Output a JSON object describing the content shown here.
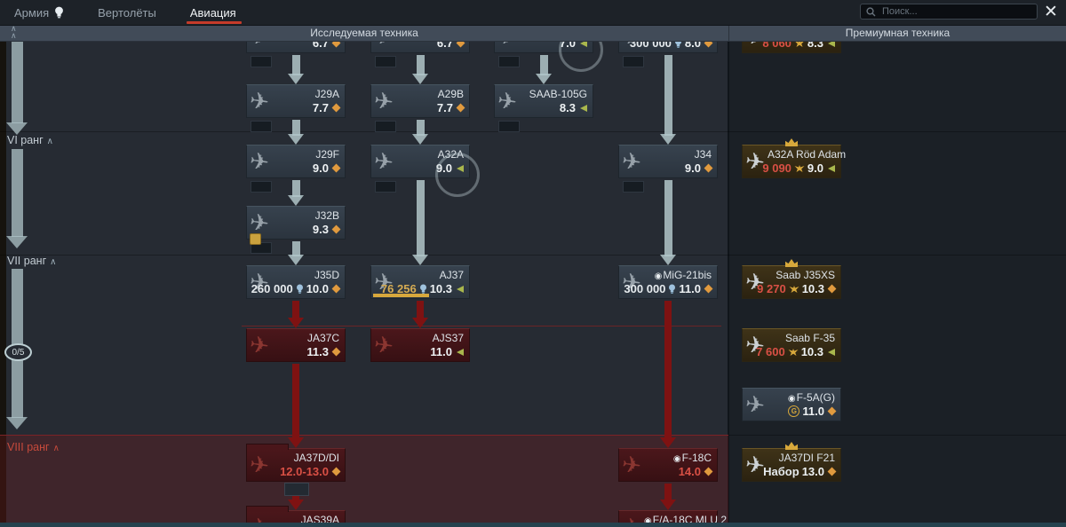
{
  "window": {
    "tabs": [
      {
        "label": "Армия"
      },
      {
        "label": "Вертолёты"
      },
      {
        "label": "Авиация"
      }
    ],
    "active_tab": "Авиация",
    "search_placeholder": "Поиск..."
  },
  "headers": {
    "research": "Исследуемая техника",
    "premium": "Премиумная техника"
  },
  "rail": {
    "ranks": [
      {
        "label": "VI ранг"
      },
      {
        "label": "VII ранг"
      },
      {
        "label": "VIII ранг"
      }
    ],
    "counter": "0/5"
  },
  "icons": {
    "squadron": "◉",
    "close": "✕",
    "chevron_up": "∧",
    "plane": "✈",
    "ge_letter": "G"
  },
  "colors": {
    "accent_red": "#c53b2a",
    "locked_br": "#d95045",
    "ge_price": "#d95045",
    "progress_gold": "#d7a83c"
  },
  "research_cards": [
    {
      "name": "",
      "br": "6.7",
      "marker": "diamond",
      "col": 1,
      "row": "r0",
      "badge": true
    },
    {
      "name": "",
      "br": "6.7",
      "marker": "diamond",
      "col": 2,
      "row": "r0",
      "badge": true
    },
    {
      "name": "",
      "br": "7.0",
      "marker": "arrow",
      "col": 3,
      "row": "r0",
      "badge": true,
      "ring": true
    },
    {
      "name": "",
      "br": "8.0",
      "marker": "diamond",
      "price": "300 000",
      "currency": "rp",
      "col": 4,
      "row": "r0",
      "badge": true
    },
    {
      "name": "J29A",
      "br": "7.7",
      "marker": "diamond",
      "col": 1,
      "row": "r1",
      "badge": true
    },
    {
      "name": "A29B",
      "br": "7.7",
      "marker": "diamond",
      "col": 2,
      "row": "r1",
      "badge": true
    },
    {
      "name": "SAAB-105G",
      "br": "8.3",
      "marker": "arrow",
      "col": 3,
      "row": "r1",
      "badge": true
    },
    {
      "name": "J29F",
      "br": "9.0",
      "marker": "diamond",
      "col": 1,
      "row": "r2",
      "badge": true
    },
    {
      "name": "A32A",
      "br": "9.0",
      "marker": "arrow",
      "col": 2,
      "row": "r2",
      "badge": true,
      "ring": true
    },
    {
      "name": "J34",
      "br": "9.0",
      "marker": "diamond",
      "col": 4,
      "row": "r2",
      "badge": true
    },
    {
      "name": "J32B",
      "br": "9.3",
      "marker": "diamond",
      "col": 1,
      "row": "r3",
      "badge": true,
      "gold_badge": true
    },
    {
      "name": "J35D",
      "br": "10.0",
      "marker": "diamond",
      "price": "260 000",
      "currency": "rp",
      "col": 1,
      "row": "r4"
    },
    {
      "name": "AJ37",
      "br": "10.3",
      "marker": "arrow",
      "price": "76 256",
      "currency": "rp",
      "price_gold": true,
      "progress": 58,
      "col": 2,
      "row": "r4"
    },
    {
      "name": "MiG-21bis",
      "squadron": true,
      "br": "11.0",
      "marker": "diamond",
      "price": "300 000",
      "currency": "rp",
      "col": 4,
      "row": "r4"
    },
    {
      "name": "JA37C",
      "br": "11.3",
      "marker": "diamond",
      "col": 1,
      "row": "r5",
      "state": "locked"
    },
    {
      "name": "AJS37",
      "br": "11.0",
      "marker": "arrow",
      "col": 2,
      "row": "r5",
      "state": "locked"
    },
    {
      "name": "JA37D/DI",
      "br": "12.0-13.0",
      "marker": "diamond",
      "br_red": true,
      "col": 1,
      "row": "r6",
      "state": "locked",
      "folder": true,
      "toggle": true
    },
    {
      "name": "F-18C",
      "squadron": true,
      "br": "14.0",
      "marker": "diamond",
      "br_red": true,
      "col": 4,
      "row": "r6",
      "state": "locked"
    },
    {
      "name": "JAS39A",
      "col": 1,
      "row": "r7",
      "state": "locked",
      "folder": true
    },
    {
      "name": "F/A-18C MLU 2",
      "squadron": true,
      "col": 4,
      "row": "r7",
      "state": "locked"
    }
  ],
  "premium_cards": [
    {
      "name": "",
      "price": "8 060",
      "currency": "ge",
      "br": "8.3",
      "marker": "arrow",
      "slot": "p0",
      "style": "golden"
    },
    {
      "name": "A32A Röd Adam",
      "price": "9 090",
      "currency": "ge",
      "br": "9.0",
      "marker": "arrow",
      "slot": "p1",
      "style": "golden",
      "crown": true
    },
    {
      "name": "Saab J35XS",
      "price": "9 270",
      "currency": "ge",
      "br": "10.3",
      "marker": "diamond",
      "slot": "p2",
      "style": "golden",
      "crown": true
    },
    {
      "name": "Saab F-35",
      "price": "7 600",
      "currency": "ge",
      "br": "10.3",
      "marker": "arrow",
      "slot": "p3",
      "style": "golden"
    },
    {
      "name": "F-5A(G)",
      "squadron": true,
      "ge_circle": true,
      "br": "11.0",
      "marker": "diamond",
      "slot": "p4",
      "style": "dark"
    },
    {
      "name": "JA37DI F21",
      "pack": "Набор",
      "br": "13.0",
      "marker": "diamond",
      "slot": "p5",
      "style": "golden",
      "crown": true
    }
  ]
}
